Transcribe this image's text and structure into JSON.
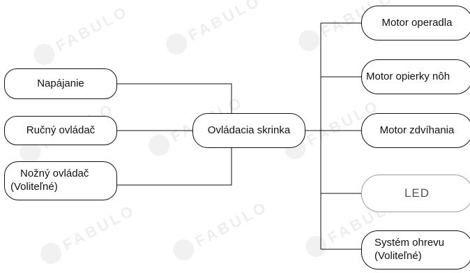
{
  "watermark": {
    "text": "FABULO"
  },
  "colors": {
    "line": "#111111",
    "led_border": "#9c9c9c",
    "watermark": "#eeeeee"
  },
  "center": {
    "label": "Ovládacia skrinka"
  },
  "inputs": [
    {
      "id": "napajanie",
      "label": "Napájanie"
    },
    {
      "id": "rucny",
      "label": "Ručný ovládač"
    },
    {
      "id": "nozny",
      "line1": "Nožný ovládač",
      "line2": "(Voliteľné)"
    }
  ],
  "outputs": [
    {
      "id": "operadla",
      "label": "Motor operadla"
    },
    {
      "id": "opierky",
      "label": "Motor opierky nôh"
    },
    {
      "id": "zdvihania",
      "label": "Motor zdvíhania"
    },
    {
      "id": "led",
      "label": "LED"
    },
    {
      "id": "ohrev",
      "line1": "Systém ohrevu",
      "line2": "(Voliteľné)"
    }
  ]
}
